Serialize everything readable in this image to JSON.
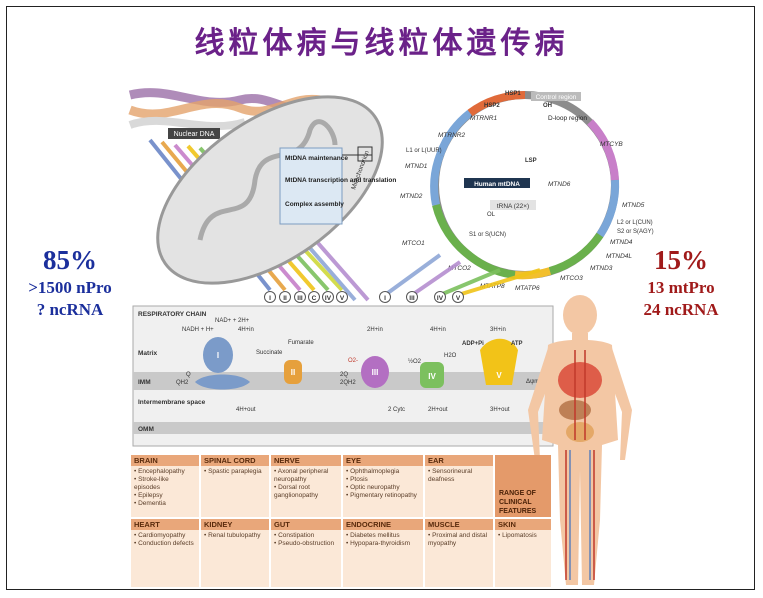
{
  "title": "线粒体病与线粒体遗传病",
  "left_stats": {
    "percent": "85%",
    "proteins": ">1500 nPro",
    "ncrna": "? ncRNA"
  },
  "right_stats": {
    "percent": "15%",
    "proteins": "13 mtPro",
    "ncrna": "24 ncRNA"
  },
  "diagram": {
    "nuclear_dna": "Nuclear DNA",
    "mitochondrion": "Mitochondrion",
    "mtdna_boxes": [
      "MtDNA maintenance",
      "MtDNA transcription and translation",
      "Complex assembly"
    ],
    "human_mtdna": "Human mtDNA",
    "trna": "tRNA (22×)",
    "control_region": "Control region",
    "dloop": "D-loop region",
    "genes": [
      "MTRNR2",
      "MTRNR1",
      "MTND1",
      "MTND2",
      "MTCO1",
      "MTCO2",
      "MTATP8",
      "MTATP6",
      "MTCO3",
      "MTND3",
      "MTND4L",
      "MTND4",
      "MTND5",
      "MTND6",
      "MTCYB"
    ],
    "labels": [
      "HSP1",
      "HSP2",
      "LSP",
      "OH",
      "OL",
      "L1 or L(UUR)",
      "L2 or L(CUN)",
      "S2 or S(AGY)",
      "S1 or S(UCN)"
    ],
    "complex_badges": [
      "I",
      "II",
      "III",
      "C",
      "IV",
      "V",
      "I",
      "III",
      "IV",
      "V"
    ],
    "chain": {
      "header": "RESPIRATORY CHAIN",
      "rows": [
        "Matrix",
        "IMM",
        "Intermembrane space",
        "OMM"
      ],
      "complexes": [
        "I",
        "II",
        "III",
        "IV",
        "V"
      ],
      "texts": [
        "NADH + H+",
        "NAD+ + 2H+",
        "4H+in",
        "Fumarate",
        "Succinate",
        "2H+in",
        "4H+in",
        "½O2",
        "H2O",
        "3H+in",
        "ADP+Pi",
        "ATP",
        "QH2",
        "Q",
        "2Q",
        "2QH2",
        "4H+out",
        "2 Cytc",
        "2H+out",
        "3H+out",
        "Δψm",
        "O2-"
      ]
    }
  },
  "clinical": [
    {
      "name": "BRAIN",
      "items": [
        "Encephalopathy",
        "Stroke-like episodes",
        "Epilepsy",
        "Dementia"
      ]
    },
    {
      "name": "SPINAL CORD",
      "items": [
        "Spastic paraplegia"
      ]
    },
    {
      "name": "NERVE",
      "items": [
        "Axonal peripheral neuropathy",
        "Dorsal root ganglionopathy"
      ]
    },
    {
      "name": "EYE",
      "items": [
        "Ophthalmoplegia",
        "Ptosis",
        "Optic neuropathy",
        "Pigmentary retinopathy"
      ]
    },
    {
      "name": "EAR",
      "items": [
        "Sensorineural deafness"
      ]
    },
    {
      "name": "HEART",
      "items": [
        "Cardiomyopathy",
        "Conduction defects"
      ]
    },
    {
      "name": "KIDNEY",
      "items": [
        "Renal tubulopathy"
      ]
    },
    {
      "name": "GUT",
      "items": [
        "Constipation",
        "Pseudo-obstruction"
      ]
    },
    {
      "name": "ENDOCRINE",
      "items": [
        "Diabetes mellitus",
        "Hypopara-thyroidism"
      ]
    },
    {
      "name": "MUSCLE",
      "items": [
        "Proximal and distal myopathy"
      ]
    },
    {
      "name": "SKIN",
      "items": [
        "Lipomatosis"
      ]
    }
  ],
  "range_label": "RANGE OF CLINICAL FEATURES",
  "colors": {
    "title": "#6b2289",
    "left": "#1b2f9c",
    "right": "#a01a1a"
  }
}
